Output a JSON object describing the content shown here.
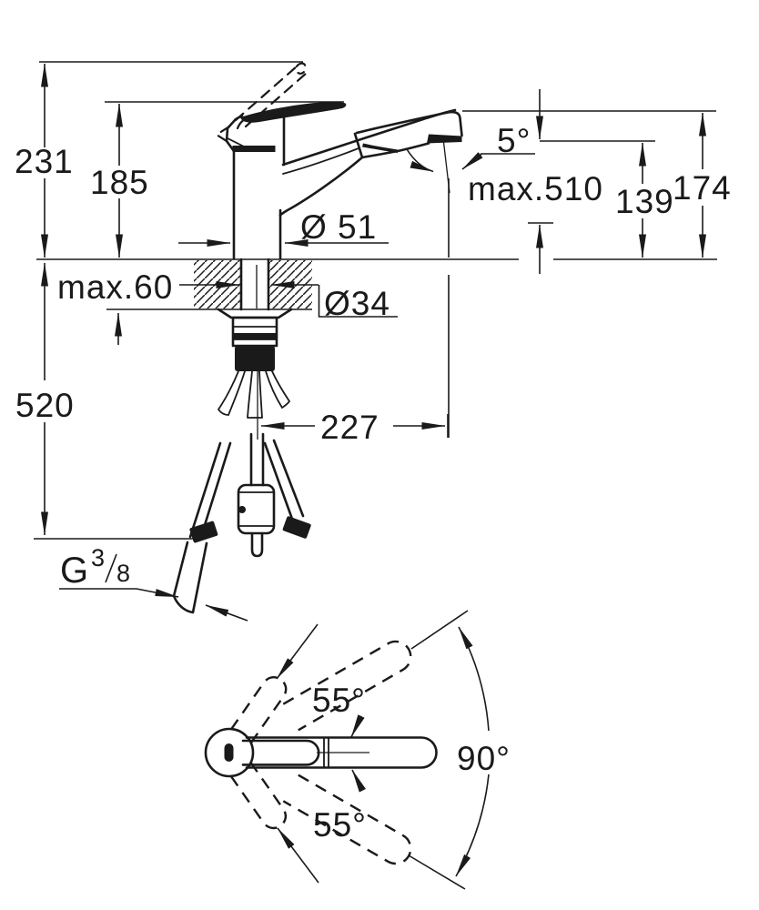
{
  "drawing": {
    "kind": "technical dimension drawing",
    "subject": "single-lever kitchen faucet with pull-out spray, side installation view and top swivel view",
    "colors": {
      "ink": "#1a1a1a",
      "background": "#ffffff"
    }
  },
  "dimensions": {
    "height_overall_lever_raised": "231",
    "height_to_lever": "185",
    "spray_angle": "5°",
    "pullout_hose_max": "max.510",
    "outlet_height": "139",
    "spout_top_height": "174",
    "base_diameter": "Ø 51",
    "deck_thickness_max": "max.60",
    "shank_diameter": "Ø34",
    "hose_length_below_deck": "520",
    "spout_reach": "227",
    "thread": {
      "g": "G",
      "numerator": "3",
      "denominator": "8"
    },
    "handle_swing_upper": "55°",
    "spout_swivel_range": "90°",
    "handle_swing_lower": "55°"
  }
}
